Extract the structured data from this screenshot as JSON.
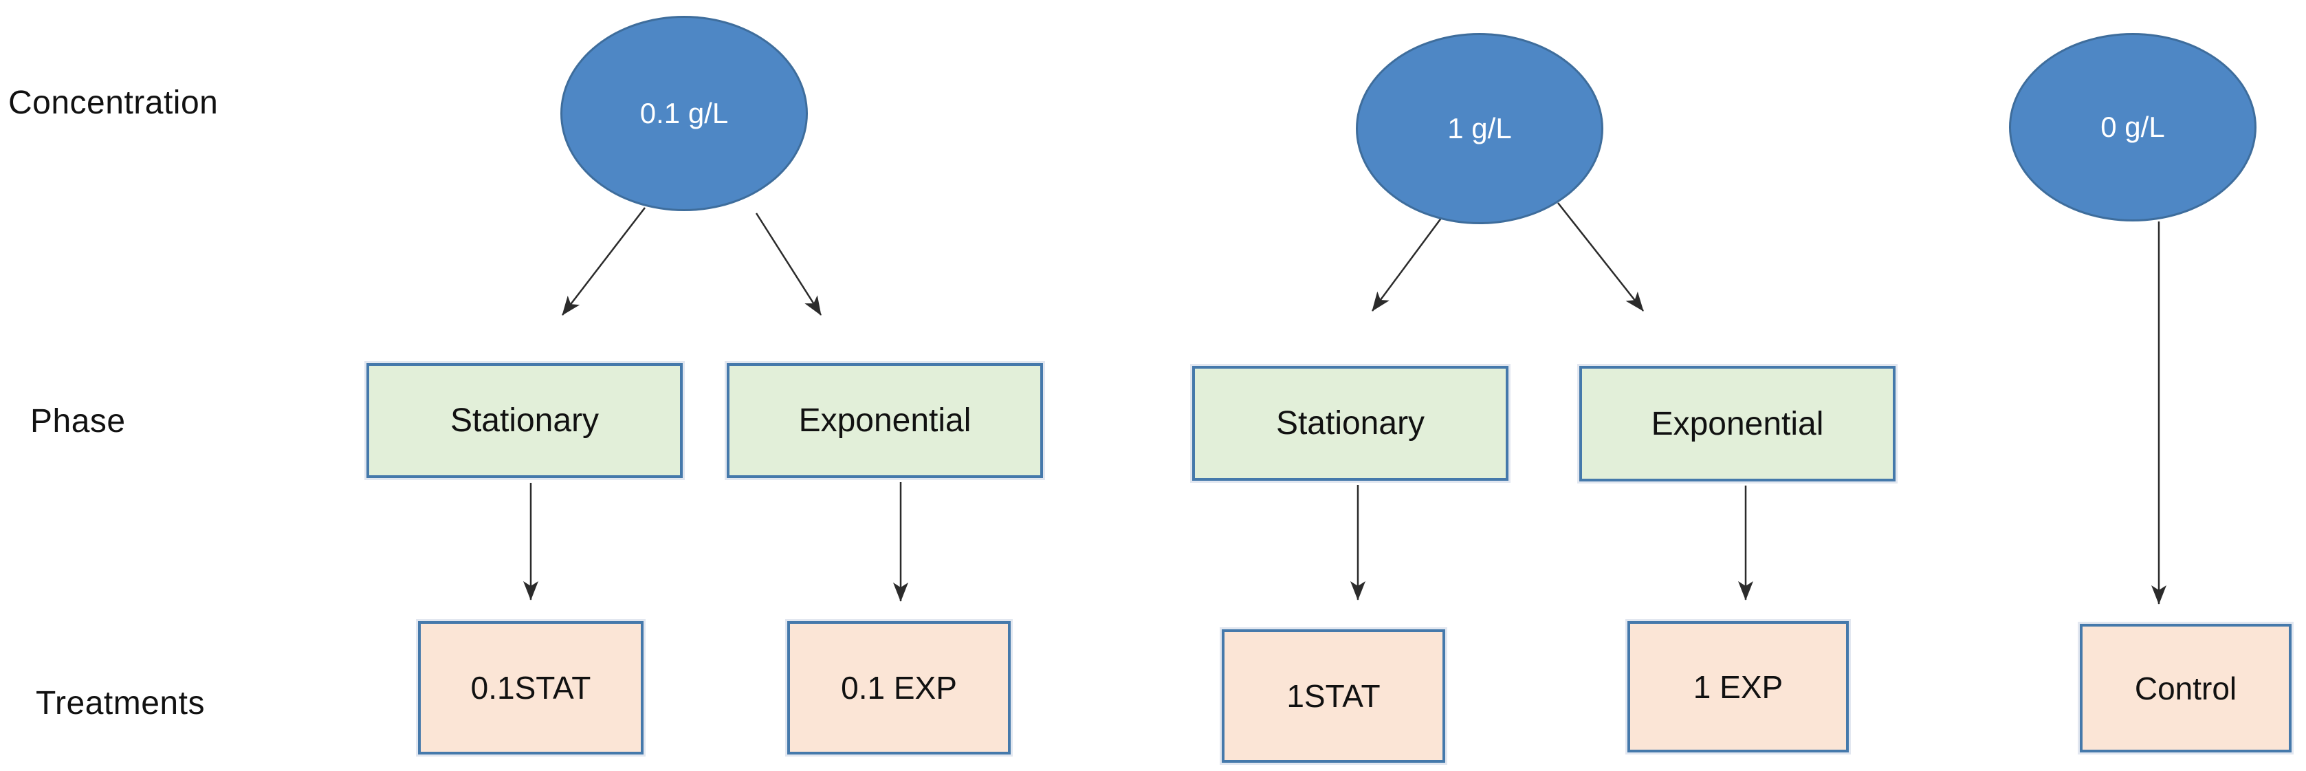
{
  "diagram": {
    "row_labels": [
      {
        "label": "Concentration"
      },
      {
        "label": "Phase"
      },
      {
        "label": "Treatments"
      }
    ],
    "concentration_nodes": [
      {
        "label": "0.1 g/L"
      },
      {
        "label": "1 g/L"
      },
      {
        "label": "0 g/L"
      }
    ],
    "phase_nodes": [
      {
        "label": "Stationary"
      },
      {
        "label": "Exponential"
      },
      {
        "label": "Stationary"
      },
      {
        "label": "Exponential"
      }
    ],
    "treatment_nodes": [
      {
        "label": "0.1STAT"
      },
      {
        "label": "0.1 EXP"
      },
      {
        "label": "1STAT"
      },
      {
        "label": "1 EXP"
      },
      {
        "label": "Control"
      }
    ],
    "colors": {
      "ellipse_fill": "#4e87c5",
      "ellipse_border": "#3e6d9c",
      "ellipse_text": "#ffffff",
      "phase_fill": "#e2efd9",
      "treatment_fill": "#fbe5d6",
      "box_border": "#4579ab",
      "arrow": "#2b2b2b",
      "text": "#111111",
      "background": "#ffffff"
    }
  }
}
